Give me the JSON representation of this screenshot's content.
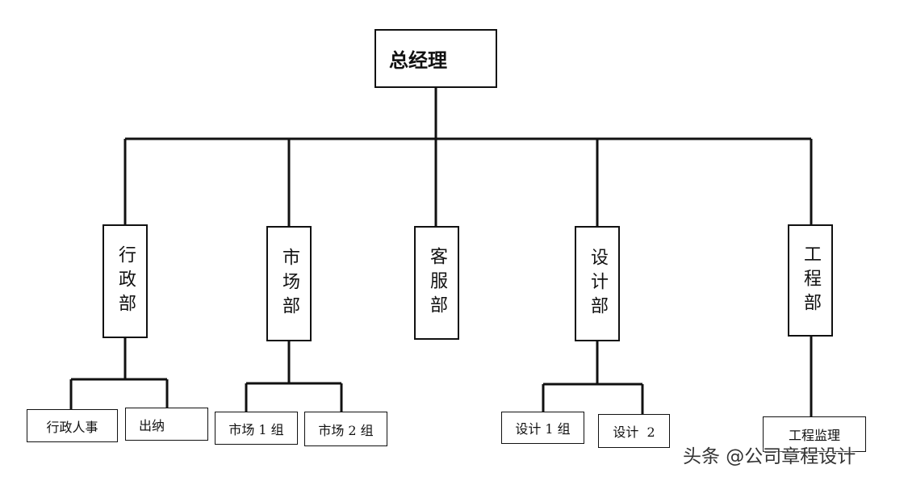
{
  "org": {
    "root": "总经理",
    "departments": [
      {
        "name": "行政部",
        "subunits": [
          "行政人事",
          "出纳"
        ]
      },
      {
        "name": "市场部",
        "subunits": [
          "市场 1 组",
          "市场 2 组"
        ]
      },
      {
        "name": "客服部",
        "subunits": []
      },
      {
        "name": "设计部",
        "subunits": [
          "设计 1 组",
          "设计  2"
        ]
      },
      {
        "name": "工程部",
        "subunits": [
          "工程监理"
        ]
      }
    ]
  },
  "watermark": "头条 @公司章程设计",
  "colors": {
    "line": "#111111",
    "background": "#ffffff"
  }
}
